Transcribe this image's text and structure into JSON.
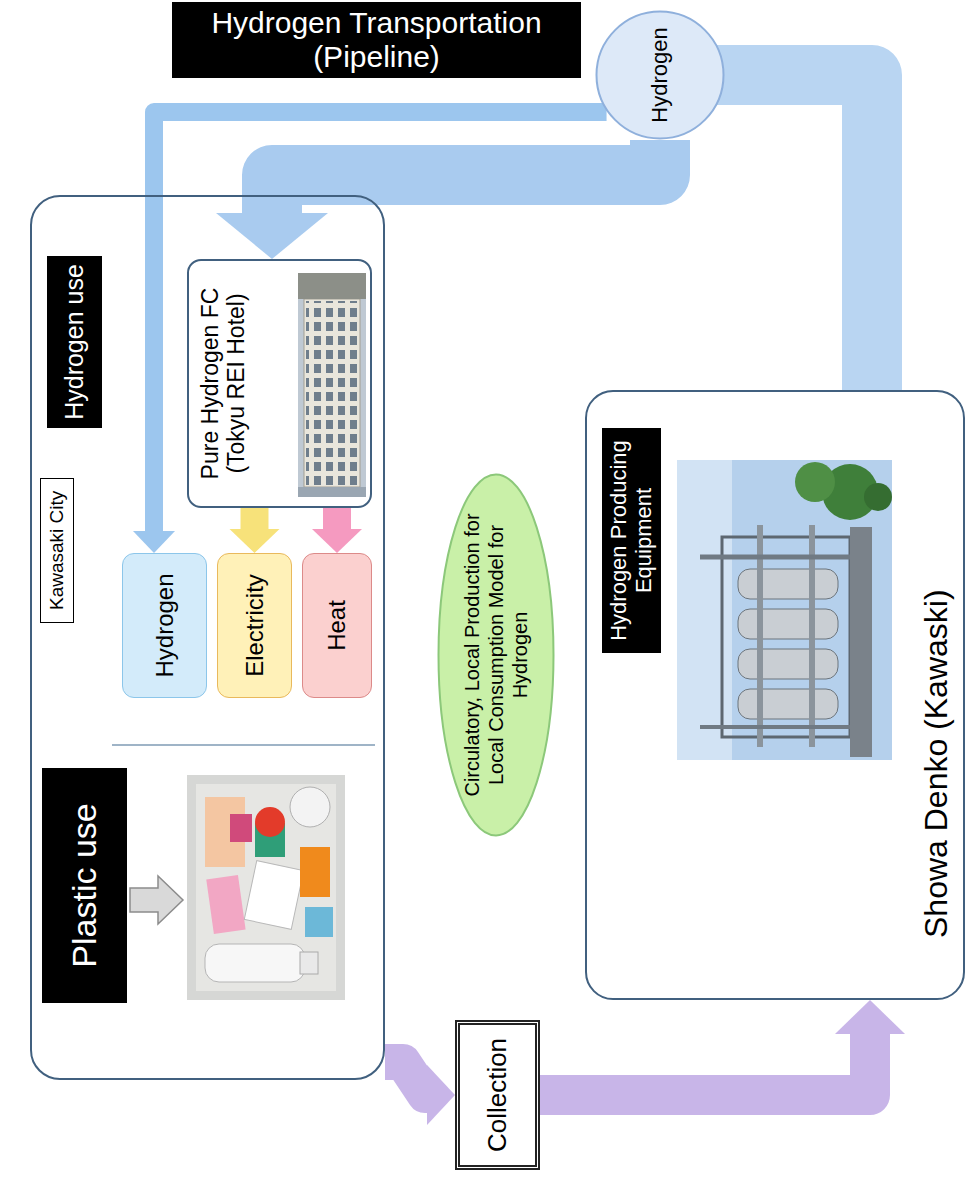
{
  "diagram": {
    "nodes": [
      {
        "text": [
          "Kawasaki City"
        ]
      },
      {
        "text": [
          "Plastic use"
        ],
        "in": 0
      },
      {
        "text": [
          "Hydrogen use"
        ],
        "in": 0
      },
      {
        "text": [
          "Hydrogen"
        ],
        "in": 0
      },
      {
        "text": [
          "Electricity"
        ],
        "in": 0
      },
      {
        "text": [
          "Heat"
        ],
        "in": 0
      },
      {
        "text": [
          "Pure Hydrogen FC (Tokyu REI Hotel)"
        ],
        "in": 0
      },
      {
        "text": [
          "Hydrogen Transportation (Pipeline)"
        ]
      },
      {
        "text": [
          "Hydrogen"
        ]
      },
      {
        "text": [
          "Circulatory, Local Production for Local Consumption Model for Hydrogen"
        ]
      },
      {
        "text": [
          "Collection"
        ]
      },
      {
        "text": [
          "Hydrogen Producing Equipment",
          "Showa Denko (Kawaski)"
        ]
      }
    ],
    "edges": [
      {
        "from": 0,
        "to": 10,
        "arrow": "to"
      },
      {
        "from": 10,
        "to": 11,
        "arrow": "to"
      },
      {
        "from": 11,
        "to": 8,
        "arrow": "none"
      },
      {
        "from": 8,
        "to": 6,
        "arrow": "to"
      },
      {
        "from": 8,
        "to": 3,
        "arrow": "to"
      },
      {
        "from": 6,
        "to": 4,
        "arrow": "to"
      },
      {
        "from": 6,
        "to": 5,
        "arrow": "to"
      }
    ]
  }
}
